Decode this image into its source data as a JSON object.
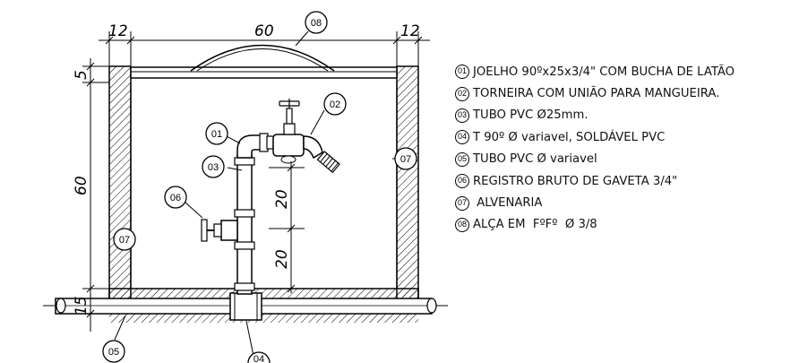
{
  "dimensions": {
    "width_left": "12",
    "width_center": "60",
    "width_right": "12",
    "top_thickness": "5",
    "height_inner": "60",
    "pipe_spacing_upper": "20",
    "pipe_spacing_lower": "20",
    "base_thickness": "15"
  },
  "callouts": {
    "c01": "01",
    "c02": "02",
    "c03": "03",
    "c04": "04",
    "c05": "05",
    "c06": "06",
    "c07_left": "07",
    "c07_right": "07",
    "c08": "08"
  },
  "legend": [
    {
      "num": "01",
      "text": "JOELHO 90ºx25x3/4\" COM BUCHA DE LATÃO"
    },
    {
      "num": "02",
      "text": "TORNEIRA COM UNIÃO PARA MANGUEIRA."
    },
    {
      "num": "03",
      "text": "TUBO PVC Ø25mm."
    },
    {
      "num": "04",
      "text": "T 90º Ø variavel, SOLDÁVEL PVC"
    },
    {
      "num": "05",
      "text": "TUBO PVC Ø variavel"
    },
    {
      "num": "06",
      "text": "REGISTRO BRUTO DE GAVETA 3/4\""
    },
    {
      "num": "07",
      "text": " ALVENARIA"
    },
    {
      "num": "08",
      "text": "ALÇA EM  FºFº  Ø 3/8"
    }
  ]
}
